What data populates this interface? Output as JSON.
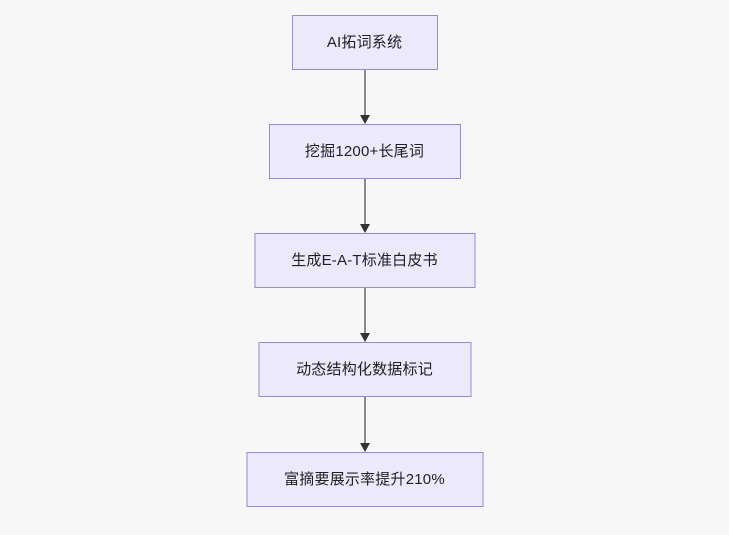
{
  "diagram": {
    "type": "flowchart",
    "orientation": "top-to-bottom",
    "background_color": "#f7f7f7",
    "node_fill_color": "#ece9fc",
    "node_border_color": "#9d86d4",
    "node_text_color": "#1f1f1f",
    "connector_line_color": "#8a8a8a",
    "connector_arrow_color": "#333333",
    "nodes": [
      {
        "id": "n1",
        "label": "AI拓词系统"
      },
      {
        "id": "n2",
        "label": "挖掘1200+长尾词"
      },
      {
        "id": "n3",
        "label": "生成E-A-T标准白皮书"
      },
      {
        "id": "n4",
        "label": "动态结构化数据标记"
      },
      {
        "id": "n5",
        "label": "富摘要展示率提升210%"
      }
    ],
    "edges": [
      {
        "from": "n1",
        "to": "n2",
        "arrow": "down-arrow-icon"
      },
      {
        "from": "n2",
        "to": "n3",
        "arrow": "down-arrow-icon"
      },
      {
        "from": "n3",
        "to": "n4",
        "arrow": "down-arrow-icon"
      },
      {
        "from": "n4",
        "to": "n5",
        "arrow": "down-arrow-icon"
      }
    ]
  }
}
